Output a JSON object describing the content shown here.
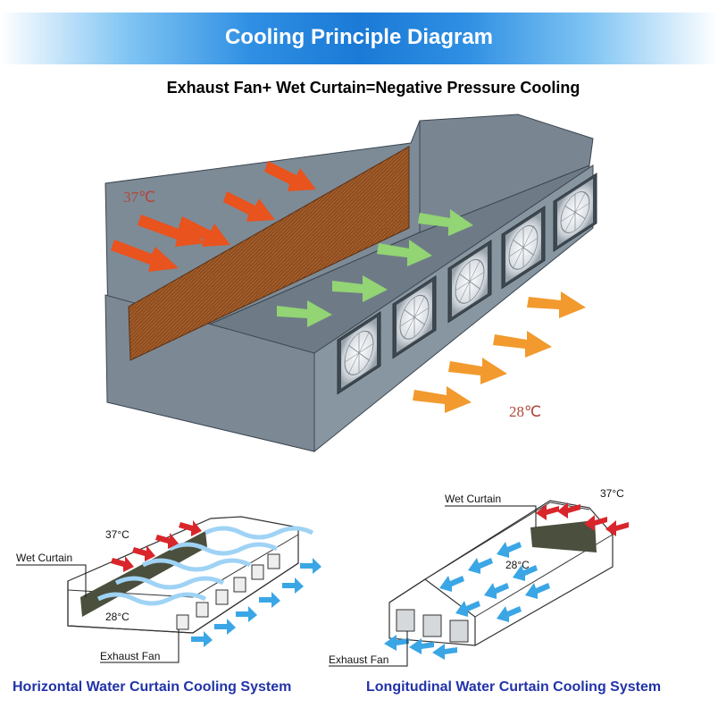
{
  "header": {
    "title": "Cooling Principle Diagram"
  },
  "subtitle": "Exhaust Fan+ Wet Curtain=Negative Pressure Cooling",
  "main_diagram": {
    "temp_in": "37℃",
    "temp_out": "28℃"
  },
  "left_diagram": {
    "temp_in": "37°C",
    "temp_out": "28°C",
    "wet_curtain_label": "Wet Curtain",
    "exhaust_fan_label": "Exhaust Fan",
    "caption": "Horizontal Water Curtain Cooling System"
  },
  "right_diagram": {
    "temp_in": "37°C",
    "temp_out": "28°C",
    "wet_curtain_label": "Wet Curtain",
    "exhaust_fan_label": "Exhaust Fan",
    "caption": "Longitudinal Water Curtain Cooling System"
  },
  "colors": {
    "banner": "#1a7ad6",
    "wall": "#5f6e7c",
    "pad": "#8a4a1f",
    "hot_arrow": "#e8531e",
    "cool_arrow": "#8fd16f",
    "out_arrow": "#f29a2e",
    "small_arrow_blue": "#3aa6e6",
    "caption": "#2233a8"
  }
}
